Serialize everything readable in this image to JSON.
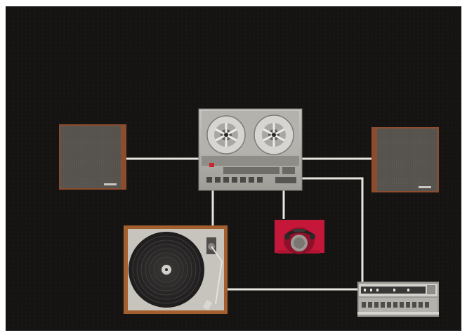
{
  "scene": {
    "colors": {
      "page": "#ffffff",
      "backdrop": "#161413",
      "cable": "#e9e6df",
      "speaker_wood": "#8c4d2e",
      "speaker_grille": "#57534f",
      "deck_silver": "#b9b7b1",
      "turntable_wood": "#a35f2d",
      "platter": "#262424",
      "headphone_box": "#c5173a",
      "receiver_silver": "#d2d0cb"
    },
    "components": [
      {
        "name": "left-speaker",
        "icon": "speaker-icon"
      },
      {
        "name": "right-speaker",
        "icon": "speaker-icon"
      },
      {
        "name": "reel-to-reel-tape-deck",
        "icon": "tape-reel-icon"
      },
      {
        "name": "turntable",
        "icon": "turntable-icon"
      },
      {
        "name": "headphones-in-red-case",
        "icon": "headphones-icon"
      },
      {
        "name": "receiver",
        "icon": "radio-icon"
      }
    ]
  }
}
